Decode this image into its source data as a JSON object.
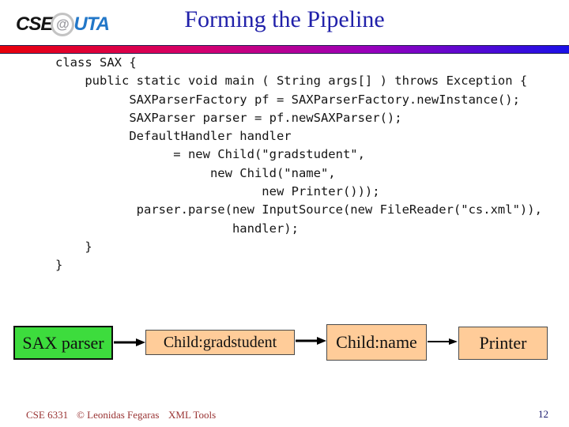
{
  "logo": {
    "cse": "CSE",
    "at": "@",
    "uta": "UTA"
  },
  "title": "Forming the Pipeline",
  "code": {
    "text": "class SAX {\n    public static void main ( String args[] ) throws Exception {\n          SAXParserFactory pf = SAXParserFactory.newInstance();\n          SAXParser parser = pf.newSAXParser();\n          DefaultHandler handler\n                = new Child(\"gradstudent\",\n                     new Child(\"name\",\n                            new Printer()));\n           parser.parse(new InputSource(new FileReader(\"cs.xml\")),\n                        handler);\n    }\n}"
  },
  "pipeline": {
    "boxes": [
      {
        "label": "SAX parser",
        "fill": "#3ddc3d"
      },
      {
        "label": "Child:gradstudent",
        "fill": "#ffcc99"
      },
      {
        "label": "Child:name",
        "fill": "#ffcc99"
      },
      {
        "label": "Printer",
        "fill": "#ffcc99"
      }
    ]
  },
  "footer": {
    "course": "CSE 6331",
    "copyright": "© Leonidas Fegaras",
    "topic": "XML Tools",
    "page_number": "12"
  },
  "colors": {
    "title_blue": "#2121aa",
    "footer_red": "#993333",
    "page_navy": "#1a1a6e",
    "box_green": "#3ddc3d",
    "box_tan": "#ffcc99",
    "bar_gradient_left": "#e8000a",
    "bar_gradient_right": "#1a10e8",
    "logo_blue": "#2277c8"
  }
}
